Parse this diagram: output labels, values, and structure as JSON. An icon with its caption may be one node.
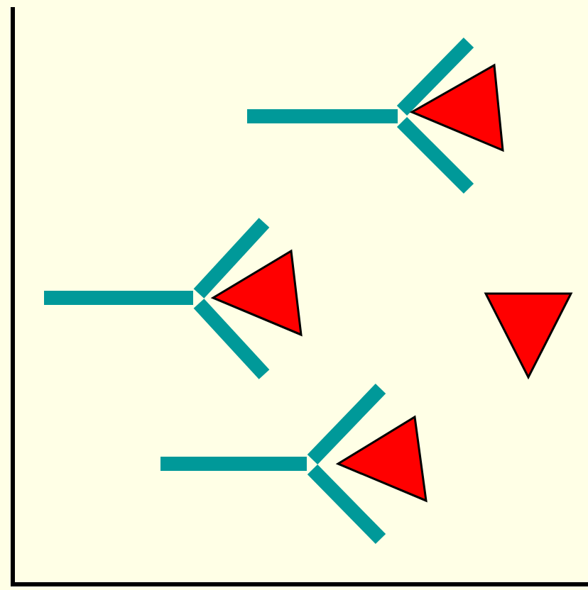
{
  "diagram": {
    "nodes": [
      {
        "text": [],
        "shape": "picture"
      },
      {
        "text": [],
        "shape": "triangle"
      },
      {
        "text": [],
        "shape": "picture"
      },
      {
        "text": [],
        "shape": "triangle"
      },
      {
        "text": [],
        "shape": "triangle"
      },
      {
        "text": [],
        "shape": "picture"
      },
      {
        "text": [],
        "shape": "triangle"
      }
    ]
  }
}
